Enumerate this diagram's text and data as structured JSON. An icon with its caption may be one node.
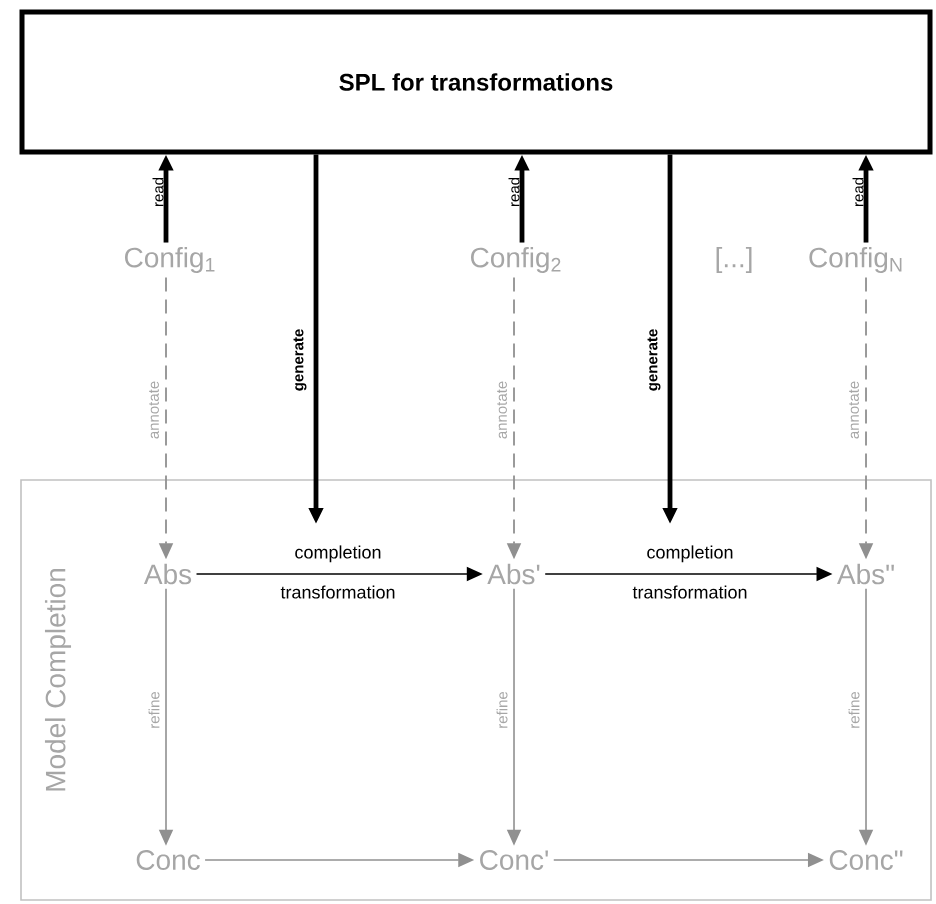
{
  "diagram": {
    "nodes": [
      {
        "text": [
          "SPL for transformations"
        ]
      },
      {
        "text": [
          "Config$_{1}$"
        ]
      },
      {
        "text": [
          "Config$_{2}$"
        ]
      },
      {
        "text": [
          "[...]"
        ]
      },
      {
        "text": [
          "Config$_{N}$"
        ]
      },
      {
        "text": [
          "Model Completion"
        ]
      },
      {
        "text": [
          "Abs"
        ],
        "in": 5
      },
      {
        "text": [
          "Abs'"
        ],
        "in": 5
      },
      {
        "text": [
          "Abs\""
        ],
        "in": 5
      },
      {
        "text": [
          "Conc"
        ],
        "in": 5
      },
      {
        "text": [
          "Conc'"
        ],
        "in": 5
      },
      {
        "text": [
          "Conc\""
        ],
        "in": 5
      }
    ],
    "edges": [
      {
        "from": 1,
        "to": 0,
        "arrow": "to",
        "label": "read",
        "style": "thick",
        "color": "#000000"
      },
      {
        "from": 2,
        "to": 0,
        "arrow": "to",
        "label": "read",
        "style": "thick",
        "color": "#000000"
      },
      {
        "from": 4,
        "to": 0,
        "arrow": "to",
        "label": "read",
        "style": "thick",
        "color": "#000000"
      },
      {
        "from": 0,
        "to": null,
        "arrow": "to",
        "label": "generate",
        "style": "thick",
        "color": "#000000"
      },
      {
        "from": 0,
        "to": null,
        "arrow": "to",
        "label": "generate",
        "style": "thick",
        "color": "#000000"
      },
      {
        "from": 1,
        "to": 6,
        "arrow": "to",
        "label": "annotate",
        "style": "dashed"
      },
      {
        "from": 2,
        "to": 7,
        "arrow": "to",
        "label": "annotate",
        "style": "dashed"
      },
      {
        "from": 4,
        "to": 8,
        "arrow": "to",
        "label": "annotate",
        "style": "dashed"
      },
      {
        "from": 6,
        "to": 7,
        "arrow": "to",
        "label": "completion transformation",
        "color": "#000000"
      },
      {
        "from": 7,
        "to": 8,
        "arrow": "to",
        "label": "completion transformation",
        "color": "#000000"
      },
      {
        "from": 6,
        "to": 9,
        "arrow": "to",
        "label": "refine"
      },
      {
        "from": 7,
        "to": 10,
        "arrow": "to",
        "label": "refine"
      },
      {
        "from": 8,
        "to": 11,
        "arrow": "to",
        "label": "refine"
      },
      {
        "from": 9,
        "to": 10,
        "arrow": "to"
      },
      {
        "from": 10,
        "to": 11,
        "arrow": "to"
      }
    ]
  }
}
